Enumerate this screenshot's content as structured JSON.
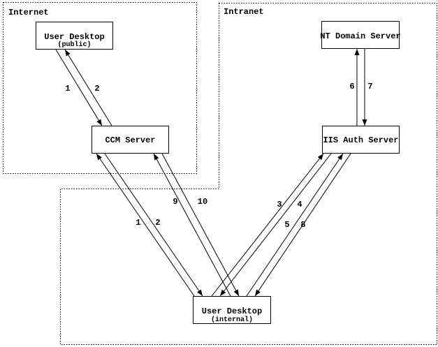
{
  "zones": [
    {
      "label": "Internet"
    },
    {
      "label": "Intranet"
    }
  ],
  "nodes": [
    {
      "id": "user-desktop-public",
      "label": "User Desktop",
      "sublabel": "(public)",
      "zone": "Internet"
    },
    {
      "id": "ccm-server",
      "label": "CCM Server",
      "zone": "Internet"
    },
    {
      "id": "nt-domain-server",
      "label": "NT Domain Server",
      "zone": "Intranet"
    },
    {
      "id": "iis-auth-server",
      "label": "IIS Auth Server",
      "zone": "Intranet"
    },
    {
      "id": "user-desktop-internal",
      "label": "User Desktop",
      "sublabel": "(internal)",
      "zone": "Intranet"
    }
  ],
  "edges": [
    {
      "label": "1",
      "from": "user-desktop-public",
      "to": "ccm-server"
    },
    {
      "label": "2",
      "from": "ccm-server",
      "to": "user-desktop-public"
    },
    {
      "label": "1",
      "from": "user-desktop-internal",
      "to": "ccm-server"
    },
    {
      "label": "2",
      "from": "ccm-server",
      "to": "user-desktop-internal"
    },
    {
      "label": "3",
      "from": "user-desktop-internal",
      "to": "iis-auth-server"
    },
    {
      "label": "4",
      "from": "iis-auth-server",
      "to": "user-desktop-internal"
    },
    {
      "label": "5",
      "from": "user-desktop-internal",
      "to": "iis-auth-server"
    },
    {
      "label": "8",
      "from": "iis-auth-server",
      "to": "user-desktop-internal"
    },
    {
      "label": "6",
      "from": "iis-auth-server",
      "to": "nt-domain-server"
    },
    {
      "label": "7",
      "from": "nt-domain-server",
      "to": "iis-auth-server"
    },
    {
      "label": "9",
      "from": "user-desktop-internal",
      "to": "ccm-server"
    },
    {
      "label": "10",
      "from": "ccm-server",
      "to": "user-desktop-internal"
    }
  ],
  "colors": {
    "line": "#000000",
    "text": "#000000",
    "background": "#ffffff"
  }
}
